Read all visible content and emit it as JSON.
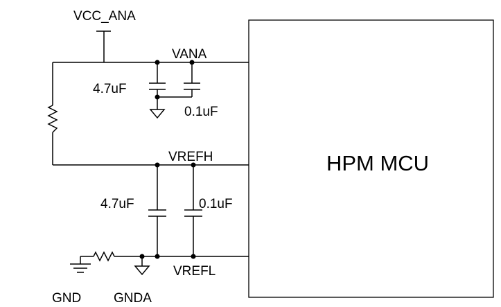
{
  "labels": {
    "vcc_ana": "VCC_ANA",
    "vana": "VANA",
    "cap_vana_1": "4.7uF",
    "cap_vana_2": "0.1uF",
    "vrefh": "VREFH",
    "cap_vref_1": "4.7uF",
    "cap_vref_2": "0.1uF",
    "vrefl": "VREFL",
    "gnd": "GND",
    "gnda": "GNDA",
    "mcu": "HPM MCU"
  }
}
